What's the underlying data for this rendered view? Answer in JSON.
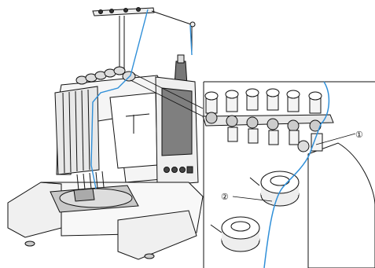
{
  "figure": {
    "callouts": [
      {
        "id": "1",
        "label": "①"
      },
      {
        "id": "2",
        "label": "②"
      }
    ]
  },
  "colors": {
    "thread": "#2f8fd8",
    "line": "#111111",
    "screen": "#7f7f7f",
    "shade": "#c8c8c8"
  }
}
